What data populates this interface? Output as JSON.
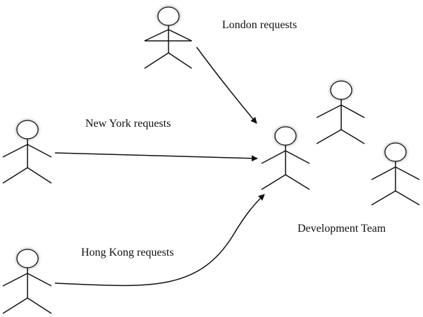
{
  "labels": {
    "london": "London requests",
    "new_york": "New York requests",
    "hong_kong": "Hong Kong requests",
    "team": "Development Team"
  },
  "colors": {
    "stroke": "#111111",
    "head_fill": "#ffffff",
    "head_shadow": "#9a9a9a"
  }
}
